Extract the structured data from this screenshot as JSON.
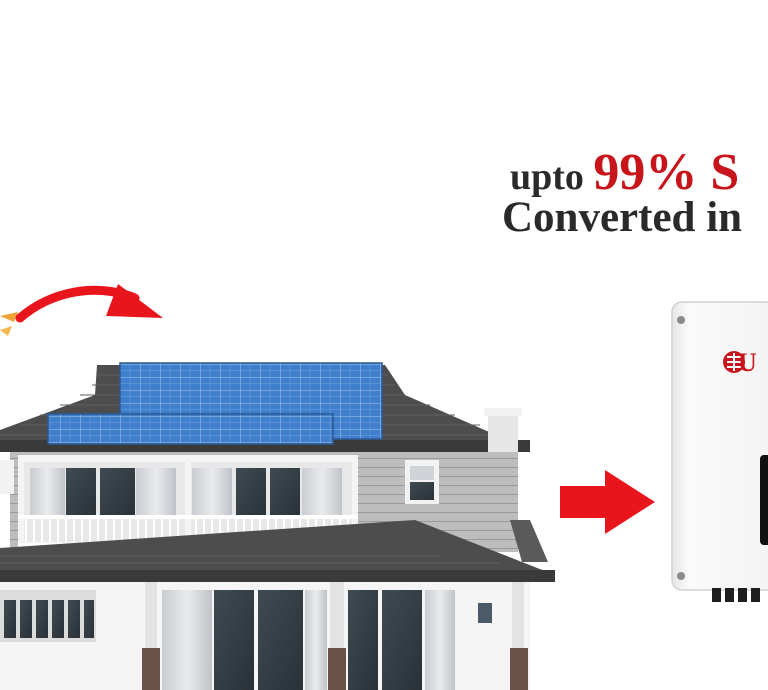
{
  "headline": {
    "prefix": "upto",
    "highlight": "99% S",
    "line2": "Converted in"
  },
  "inverter": {
    "brand_partial": "U"
  },
  "colors": {
    "accent_red": "#c8151b",
    "arrow_red": "#e8161c",
    "panel_blue": "#3a78c2",
    "roof_dark": "#4a4a4a",
    "text_dark": "#2a2a2a"
  },
  "icons": [
    "curved-arrow-icon",
    "right-arrow-icon",
    "sun-icon",
    "inverter-logo-icon"
  ]
}
